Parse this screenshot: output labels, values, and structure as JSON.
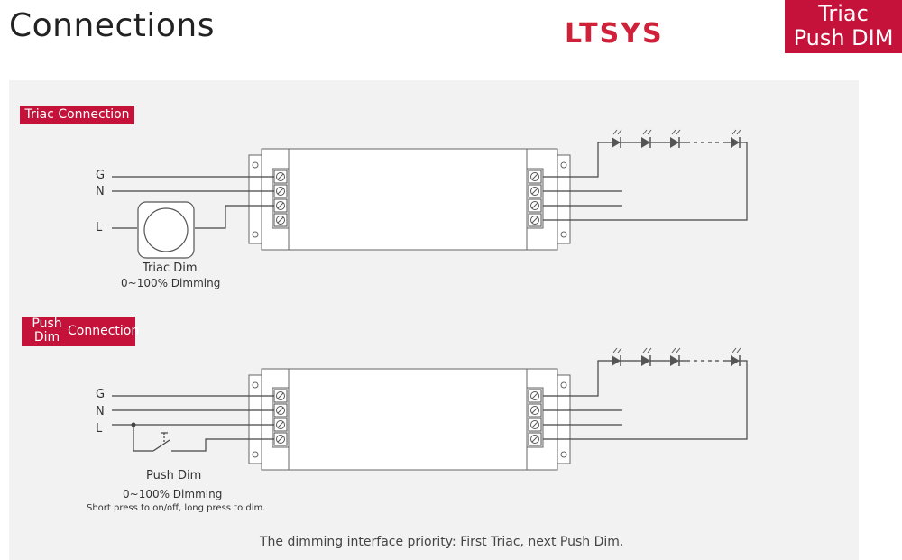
{
  "header": {
    "title": "Connections",
    "logo": "LTSYS",
    "badge_line1": "Triac",
    "badge_line2": "Push DIM"
  },
  "section1": {
    "tag": "Triac Connection",
    "inputs": [
      "G",
      "N",
      "L"
    ],
    "device_label": "Triac Dim",
    "device_sub": "0~100% Dimming"
  },
  "section2": {
    "tag_line1": "Push",
    "tag_line2": "Dim",
    "tag_rest": "Connection",
    "inputs": [
      "G",
      "N",
      "L"
    ],
    "device_label": "Push Dim",
    "device_sub": "0~100% Dimming",
    "device_note": "Short press to on/off, long press to dim."
  },
  "footer": "The dimming interface priority: First Triac, next Push Dim.",
  "colors": {
    "accent": "#c4123a",
    "panel": "#f2f2f2",
    "line": "#444444"
  }
}
